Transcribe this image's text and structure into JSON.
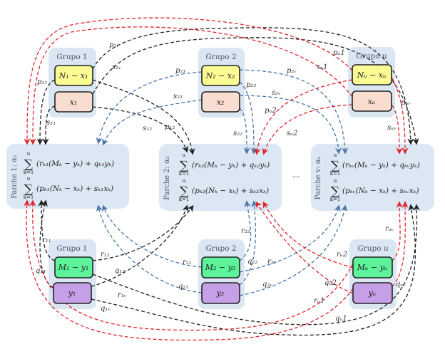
{
  "colors": {
    "group_bg": "#dbe6f3",
    "parche_bg": "#dce7f4",
    "n_box": "#fbfb93",
    "x_box": "#f8ddd0",
    "m_box": "#5df39a",
    "y_box": "#c6a0e6",
    "edge_black": "#222222",
    "edge_red": "#e0242e",
    "edge_blue": "#4a76a8"
  },
  "top_groups": [
    {
      "title": "Grupo 1",
      "n_box": "N₁ − x₁",
      "x_box": "x₁"
    },
    {
      "title": "Grupo 2",
      "n_box": "N₂ − x₂",
      "x_box": "x₂"
    },
    {
      "title": "Grupo u",
      "n_box": "Nᵤ − xᵤ",
      "x_box": "xᵤ"
    }
  ],
  "bottom_groups": [
    {
      "title": "Grupo 1",
      "m_box": "M₁ − y₁",
      "y_box": "y₁"
    },
    {
      "title": "Grupo 2",
      "m_box": "M₂ − y₂",
      "y_box": "y₂"
    },
    {
      "title": "Grupo u",
      "m_box": "Mᵤ − yᵤ",
      "y_box": "yᵤ"
    }
  ],
  "parches": [
    {
      "title": "Parche 1: α₁",
      "line1": "(rₖ₁(Mₖ − yₖ) + qₖ₁yₖ)",
      "line2": "(pₖ₁(Nₖ − xₖ) + sₖ₁xₖ)",
      "sum_upper": "u",
      "sum_lower": "k=1"
    },
    {
      "title": "Parche 2: α₂",
      "line1": "(rₖ₂(Mₖ − yₖ) + qₖ₂yₖ)",
      "line2": "(pₖ₂(Nₖ − xₖ) + sₖ₂xₖ)",
      "sum_upper": "u",
      "sum_lower": "k=1"
    },
    {
      "title": "Parche v: αᵥ",
      "line1": "(rₖᵥ(Mₖ − yₖ) + qₖᵥyₖ)",
      "line2": "(pₖᵥ(Nₖ − xₖ) + sₖᵥxₖ)",
      "sum_upper": "u",
      "sum_lower": "k=1"
    }
  ],
  "ellipsis": "···",
  "edge_labels": {
    "p11": "p₁₁",
    "s11": "s₁₁",
    "p1v": "p₁ᵥ",
    "s1v": "s₁ᵥ",
    "p12": "p₁₂",
    "s12": "s₁₂",
    "p21": "p₂₁",
    "s21": "s₂₁",
    "p22": "p₂₂",
    "s22": "s₂₂",
    "p2v": "p₂ᵥ",
    "s2v": "s₂ᵥ",
    "pu1": "pᵤ1",
    "su1": "sᵤ1",
    "pu2": "pᵤ2",
    "su2": "sᵤ2",
    "puv": "pᵤᵥ",
    "suv": "sᵤᵥ",
    "r11": "r₁₁",
    "q11": "q₁₁",
    "r12": "r₁₂",
    "q12": "q₁₂",
    "r1v": "r₁ᵥ",
    "q1v": "q₁ᵥ",
    "r21": "r₂₁",
    "q21": "q₂₁",
    "r22": "r₂₂",
    "q22": "q₂₂",
    "r2v": "r₂ᵥ",
    "q2v": "q₂ᵥ",
    "ru1": "rᵤ1",
    "qu1": "qᵤ1",
    "ru2": "rᵤ2",
    "qu2": "qᵤ2",
    "ruv": "rᵤᵥ",
    "quv": "qᵤᵥ"
  }
}
